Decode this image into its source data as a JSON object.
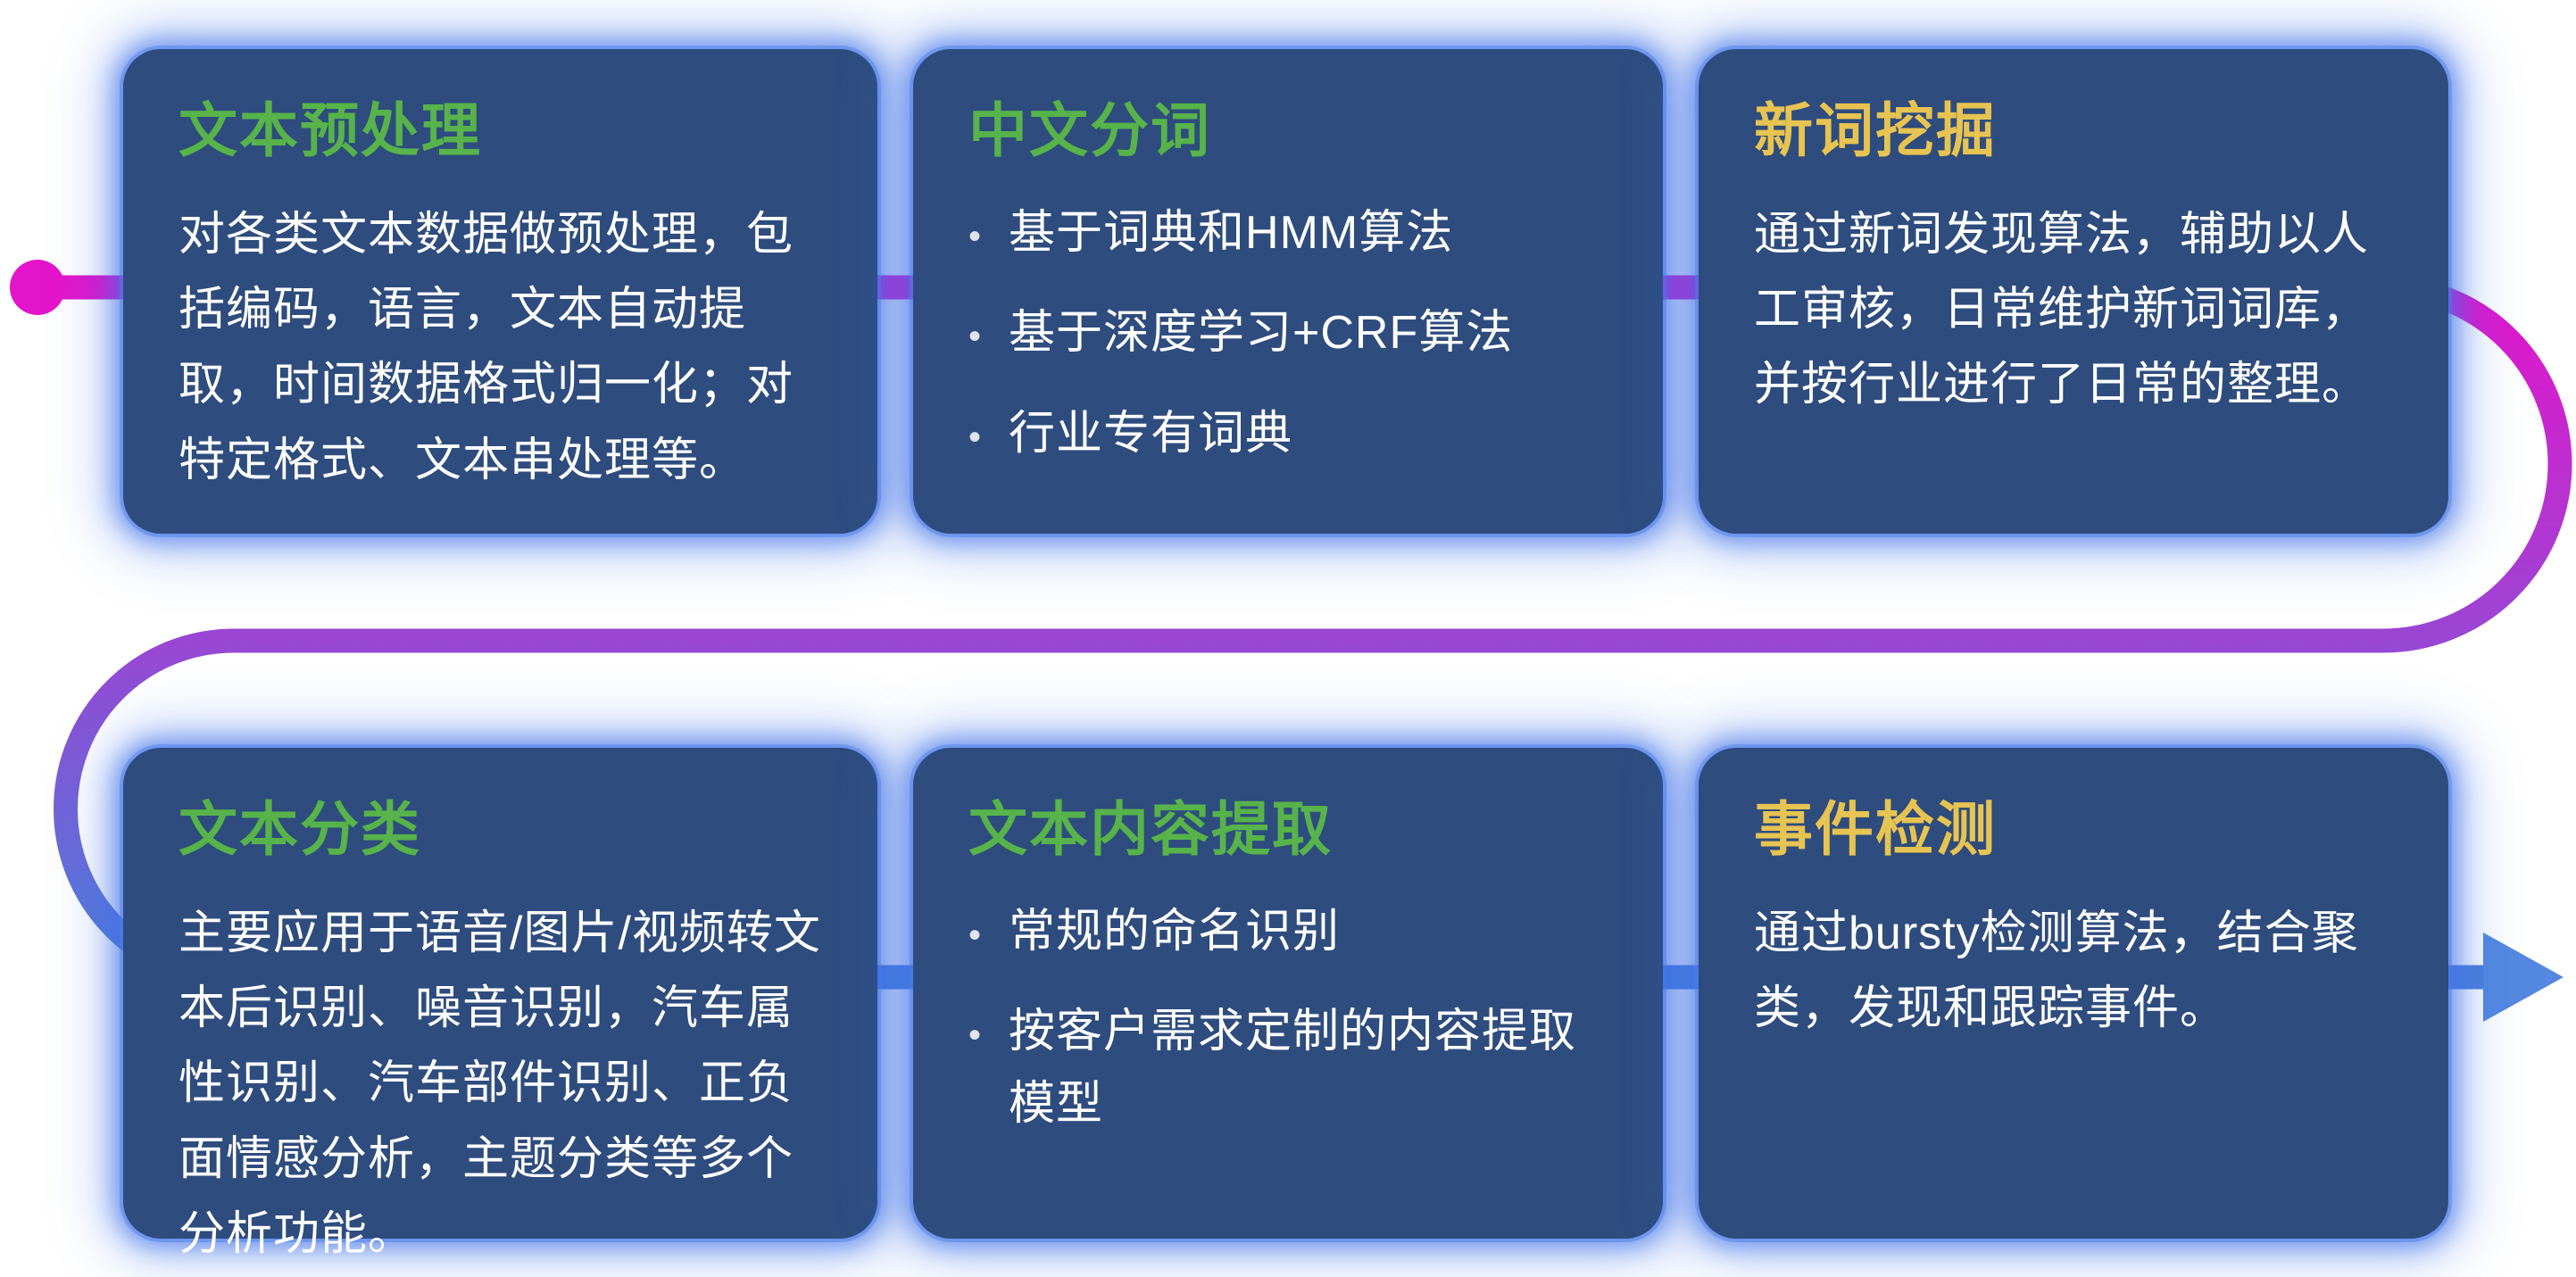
{
  "theme": {
    "background": "#ffffff",
    "card_bg": "#2e4c7e",
    "glow": "#4273e6",
    "title_green": "#57b34a",
    "title_yellow": "#e7c351",
    "body_text": "#ffffff",
    "line_start_magenta": "#e414cb",
    "line_mid_purple": "#9b45d4",
    "line_end_blue": "#4c80da",
    "arrow_blue": "#5488e0"
  },
  "glyphs": {
    "bullet": "•"
  },
  "cards": [
    {
      "id": "text-preprocessing",
      "title": "文本预处理",
      "title_color": "green",
      "type": "paragraph",
      "text": "对各类文本数据做预处理，包括编码，语言，文本自动提取，时间数据格式归一化；对特定格式、文本串处理等。"
    },
    {
      "id": "chinese-word-segmentation",
      "title": "中文分词",
      "title_color": "green",
      "type": "bullets",
      "bullets": [
        "基于词典和HMM算法",
        "基于深度学习+CRF算法",
        "行业专有词典"
      ]
    },
    {
      "id": "new-word-mining",
      "title": "新词挖掘",
      "title_color": "yellow",
      "type": "paragraph",
      "text": "通过新词发现算法，辅助以人工审核，日常维护新词词库，并按行业进行了日常的整理。"
    },
    {
      "id": "text-classification",
      "title": "文本分类",
      "title_color": "green",
      "type": "paragraph",
      "text": "主要应用于语音/图片/视频转文本后识别、噪音识别，汽车属性识别、汽车部件识别、正负面情感分析，主题分类等多个分析功能。"
    },
    {
      "id": "text-content-extraction",
      "title": "文本内容提取",
      "title_color": "green",
      "type": "bullets",
      "bullets": [
        "常规的命名识别",
        "按客户需求定制的内容提取模型"
      ]
    },
    {
      "id": "event-detection",
      "title": "事件检测",
      "title_color": "yellow",
      "type": "paragraph",
      "text": "通过bursty检测算法，结合聚类，发现和跟踪事件。"
    }
  ]
}
